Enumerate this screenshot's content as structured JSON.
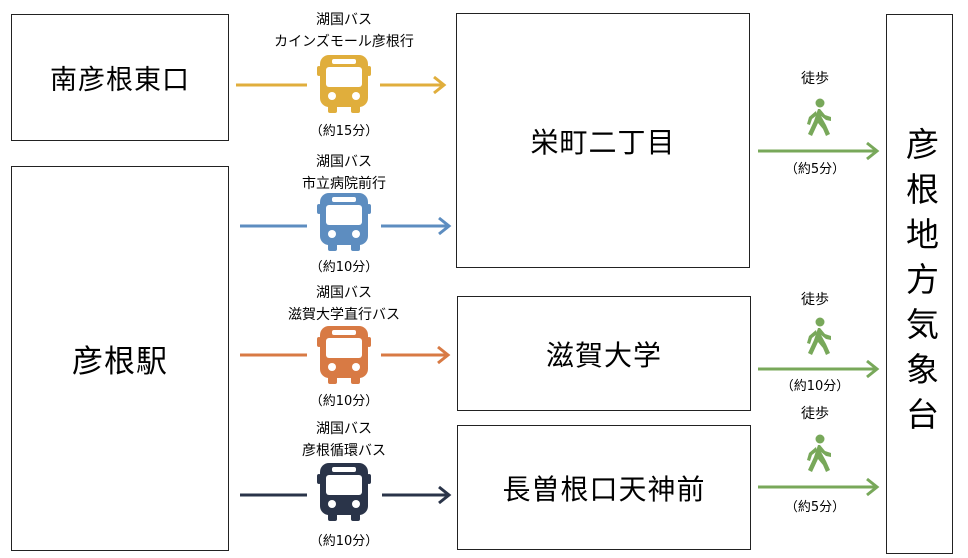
{
  "origins": {
    "minami_hikone_higashiguchi": "南彦根東口",
    "hikone_station": "彦根駅"
  },
  "stops": {
    "sakaemachi": "栄町二丁目",
    "shiga_univ": "滋賀大学",
    "nagasone": "長曽根口天神前"
  },
  "destination": "彦根地方気象台",
  "routes": [
    {
      "operator": "湖国バス",
      "line": "カインズモール彦根行",
      "time": "（約15分）",
      "color": "#e0ae3c",
      "icon": "bus-icon"
    },
    {
      "operator": "湖国バス",
      "line": "市立病院前行",
      "time": "（約10分）",
      "color": "#5d8dc0",
      "icon": "bus-icon"
    },
    {
      "operator": "湖国バス",
      "line": "滋賀大学直行バス",
      "time": "（約10分）",
      "color": "#d87a44",
      "icon": "bus-icon"
    },
    {
      "operator": "湖国バス",
      "line": "彦根循環バス",
      "time": "（約10分）",
      "color": "#2a3449",
      "icon": "bus-icon"
    }
  ],
  "walks": [
    {
      "label": "徒歩",
      "time": "（約5分）",
      "color": "#78a85a",
      "icon": "walking-person-icon"
    },
    {
      "label": "徒歩",
      "time": "（約10分）",
      "color": "#78a85a",
      "icon": "walking-person-icon"
    },
    {
      "label": "徒歩",
      "time": "（約5分）",
      "color": "#78a85a",
      "icon": "walking-person-icon"
    }
  ]
}
